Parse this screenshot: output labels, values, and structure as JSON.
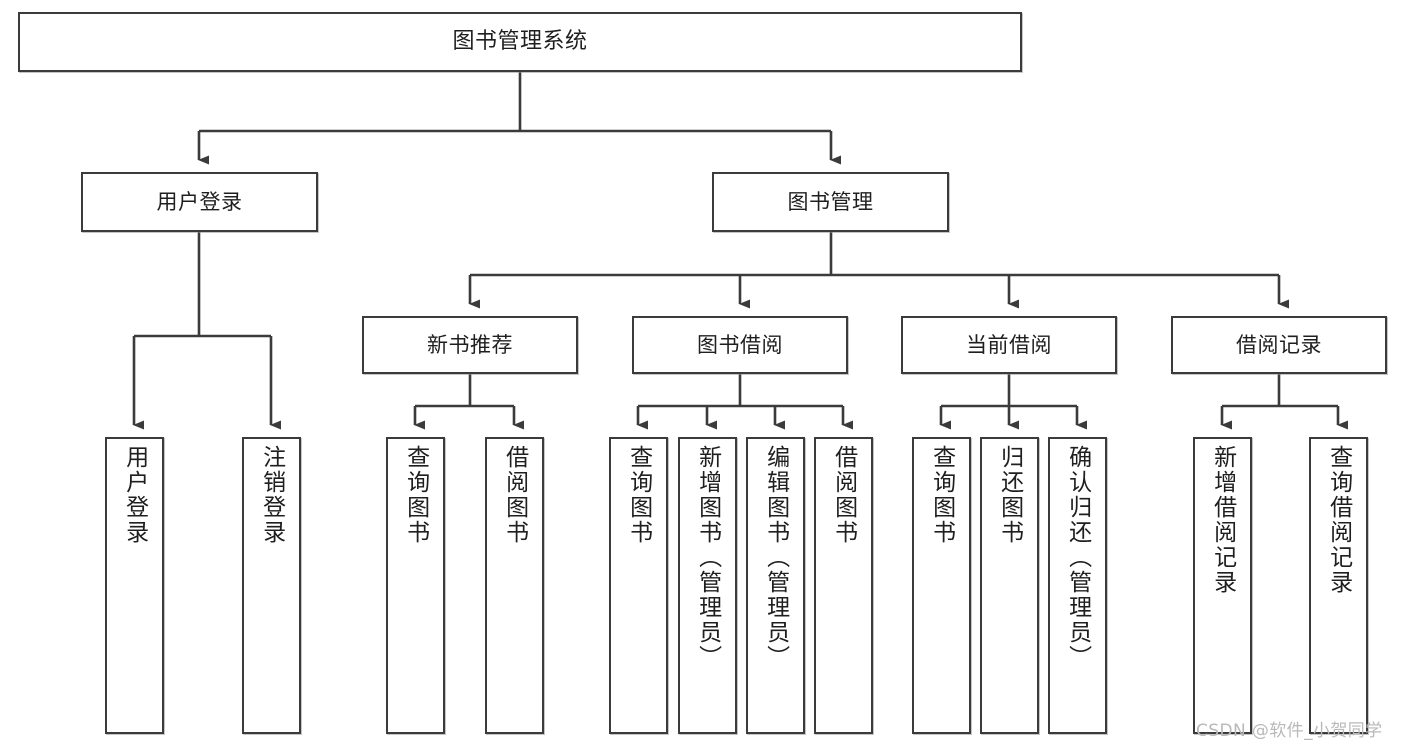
{
  "diagram": {
    "title": "图书管理系统",
    "type": "hierarchy-tree",
    "orientation": "top-down",
    "colors": {
      "box_border": "#3b3b3b",
      "box_fill": "#ffffff",
      "connector": "#3b3b3b",
      "text": "#1f1f1f",
      "watermark": "#b9b9b9",
      "background": "#ffffff"
    }
  },
  "root": {
    "label": "图书管理系统"
  },
  "level2": [
    {
      "label": "用户登录"
    },
    {
      "label": "图书管理"
    }
  ],
  "level3": [
    {
      "label": "新书推荐"
    },
    {
      "label": "图书借阅"
    },
    {
      "label": "当前借阅"
    },
    {
      "label": "借阅记录"
    }
  ],
  "leaves": {
    "user_login": [
      {
        "label": "用户登录"
      },
      {
        "label": "注销登录"
      }
    ],
    "new_book_recommend": [
      {
        "label": "查询图书"
      },
      {
        "label": "借阅图书"
      }
    ],
    "book_borrow": [
      {
        "label": "查询图书"
      },
      {
        "label": "新增图书（管理员）"
      },
      {
        "label": "编辑图书（管理员）"
      },
      {
        "label": "借阅图书"
      }
    ],
    "current_borrow": [
      {
        "label": "查询图书"
      },
      {
        "label": "归还图书"
      },
      {
        "label": "确认归还（管理员）"
      }
    ],
    "borrow_record": [
      {
        "label": "新增借阅记录"
      },
      {
        "label": "查询借阅记录"
      }
    ]
  },
  "watermark": {
    "text": "CSDN @软件_小贺同学"
  }
}
